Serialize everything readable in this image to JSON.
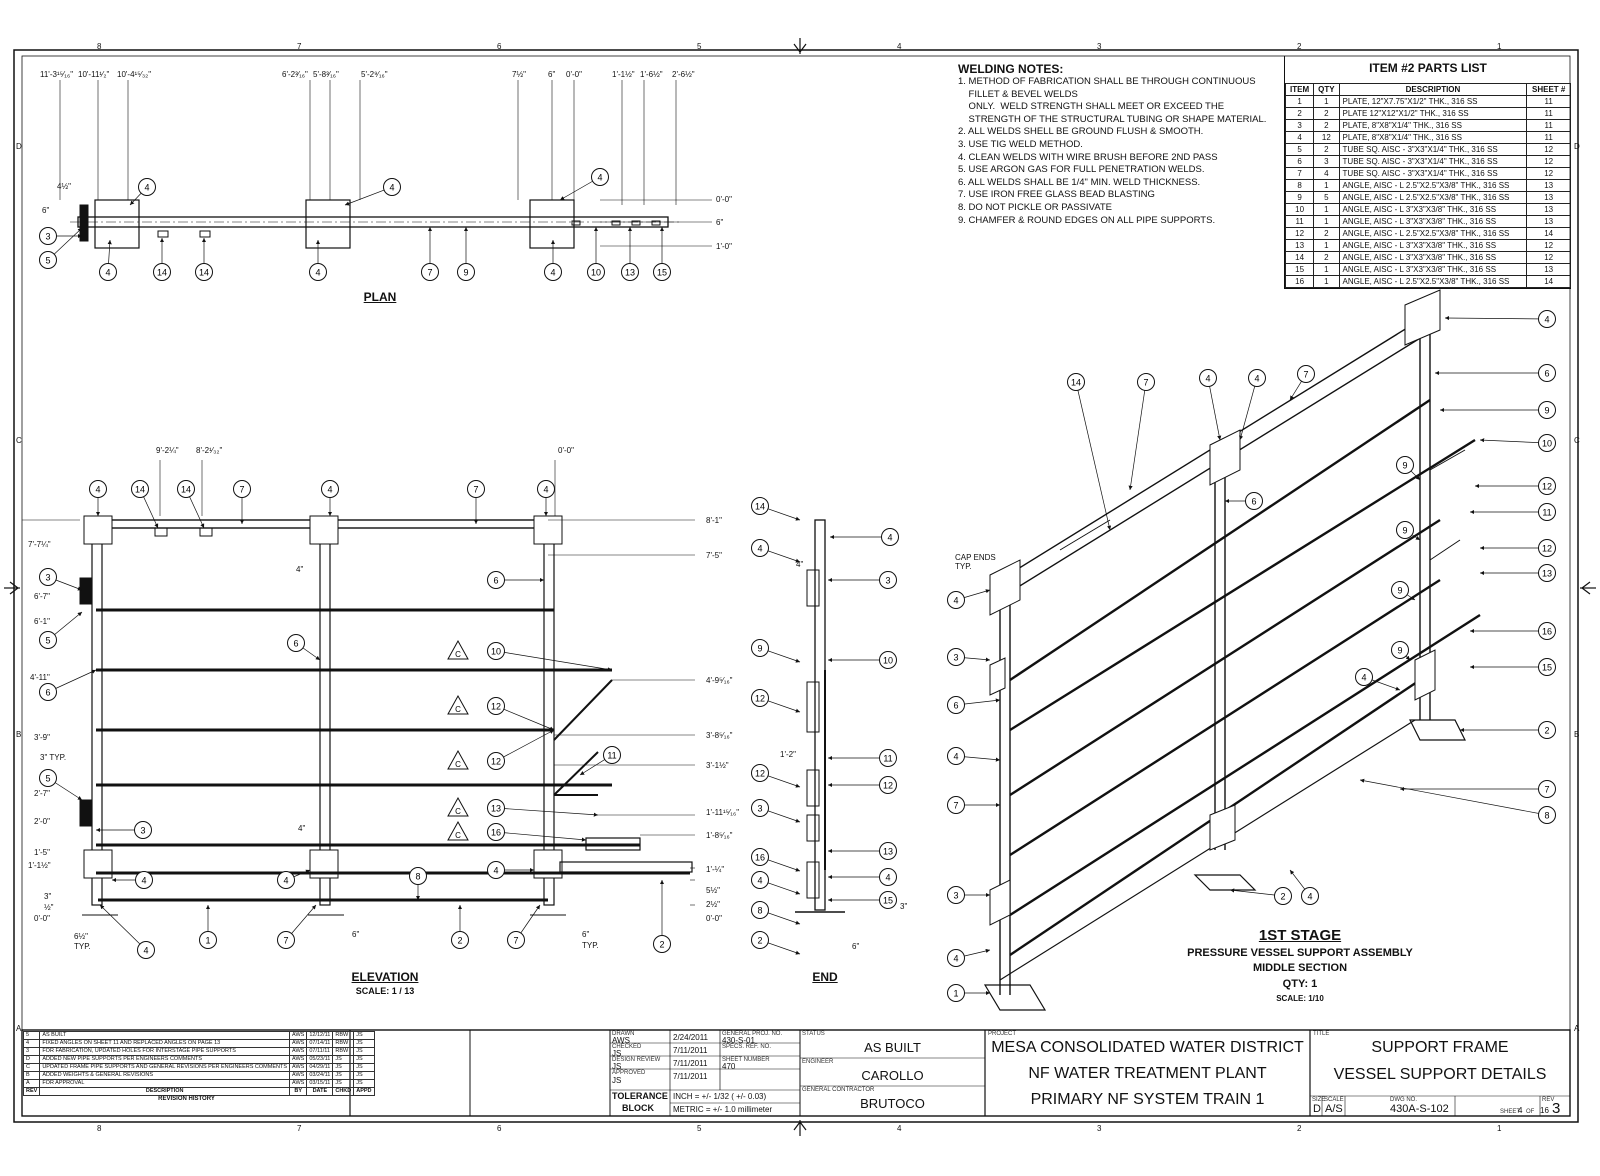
{
  "border": {
    "zones_top": [
      "8",
      "7",
      "6",
      "5",
      "4",
      "3",
      "2",
      "1"
    ],
    "zones_side": [
      "D",
      "C",
      "B",
      "A"
    ]
  },
  "welding_notes": {
    "title": "WELDING NOTES:",
    "items": [
      "1. METHOD OF FABRICATION SHALL BE THROUGH CONTINUOUS",
      "    FILLET & BEVEL WELDS",
      "    ONLY.  WELD STRENGTH SHALL MEET OR EXCEED THE",
      "    STRENGTH OF THE STRUCTURAL TUBING OR SHAPE MATERIAL.",
      "2. ALL WELDS SHELL BE GROUND FLUSH & SMOOTH.",
      "3. USE TIG WELD METHOD.",
      "4. CLEAN WELDS WITH WIRE BRUSH BEFORE 2ND PASS",
      "5. USE ARGON GAS FOR FULL PENETRATION WELDS.",
      "6. ALL WELDS SHALL BE 1/4\" MIN. WELD THICKNESS.",
      "7. USE IRON FREE GLASS BEAD BLASTING",
      "8. DO NOT PICKLE OR PASSIVATE",
      "9. CHAMFER & ROUND EDGES ON ALL PIPE SUPPORTS."
    ]
  },
  "parts_list": {
    "title": "ITEM #2 PARTS LIST",
    "headers": [
      "ITEM",
      "QTY",
      "DESCRIPTION",
      "SHEET #"
    ],
    "rows": [
      [
        "1",
        "1",
        "PLATE, 12\"X7.75\"X1/2\" THK., 316 SS",
        "11"
      ],
      [
        "2",
        "2",
        "PLATE 12\"X12\"X1/2\" THK., 316 SS",
        "11"
      ],
      [
        "3",
        "2",
        "PLATE, 8\"X8\"X1/4\" THK., 316 SS",
        "11"
      ],
      [
        "4",
        "12",
        "PLATE, 8\"X8\"X1/4\" THK., 316 SS",
        "11"
      ],
      [
        "5",
        "2",
        "TUBE SQ. AISC - 3\"X3\"X1/4\" THK., 316 SS",
        "12"
      ],
      [
        "6",
        "3",
        "TUBE SQ. AISC - 3\"X3\"X1/4\" THK., 316 SS",
        "12"
      ],
      [
        "7",
        "4",
        "TUBE SQ. AISC - 3\"X3\"X1/4\" THK., 316 SS",
        "12"
      ],
      [
        "8",
        "1",
        "ANGLE, AISC - L 2.5\"X2.5\"X3/8\" THK., 316 SS",
        "13"
      ],
      [
        "9",
        "5",
        "ANGLE, AISC - L 2.5\"X2.5\"X3/8\" THK., 316 SS",
        "13"
      ],
      [
        "10",
        "1",
        "ANGLE, AISC - L 3\"X3\"X3/8\" THK., 316 SS",
        "13"
      ],
      [
        "11",
        "1",
        "ANGLE, AISC - L 3\"X3\"X3/8\" THK., 316 SS",
        "13"
      ],
      [
        "12",
        "2",
        "ANGLE, AISC - L 2.5\"X2.5\"X3/8\" THK., 316 SS",
        "14"
      ],
      [
        "13",
        "1",
        "ANGLE, AISC - L 3\"X3\"X3/8\" THK., 316 SS",
        "12"
      ],
      [
        "14",
        "2",
        "ANGLE, AISC - L 3\"X3\"X3/8\" THK., 316 SS",
        "12"
      ],
      [
        "15",
        "1",
        "ANGLE, AISC - L 3\"X3\"X3/8\" THK., 316 SS",
        "13"
      ],
      [
        "16",
        "1",
        "ANGLE, AISC - L 2.5\"X2.5\"X3/8\" THK., 316 SS",
        "14"
      ]
    ]
  },
  "plan": {
    "title": "PLAN",
    "top_dims": [
      "11'-3¹⁵⁄₁₆\"",
      "10'-11¹⁄₂\"",
      "10'-4¹⁵⁄₃₂\"",
      "6'-2³⁄₁₆\"",
      "5'-8³⁄₁₆\"",
      "5'-2⁹⁄₁₆\"",
      "7½\"",
      "6\"",
      "0'-0\"",
      "1'-1½\"",
      "1'-6½\"",
      "2'-6½\""
    ],
    "right_dims": [
      "0'-0\"",
      "6\"",
      "1'-0\""
    ],
    "left_dims": [
      "4½\"",
      "6\""
    ],
    "balloons_top": [
      "4",
      "4",
      "4"
    ],
    "balloons_left": [
      "3",
      "5"
    ],
    "balloons_bottom": [
      "4",
      "14",
      "14",
      "4",
      "7",
      "9",
      "4",
      "10",
      "13",
      "15"
    ]
  },
  "elevation": {
    "title": "ELEVATION",
    "scale": "SCALE: 1 / 13",
    "top_dims": [
      "9'-2¼\"",
      "8'-2¹⁄₃₂\"",
      "0'-0\""
    ],
    "left_dims": [
      "7'-7¼\"",
      "6'-7\"",
      "6'-1\"",
      "4'-11\"",
      "3'-9\"",
      "3\" TYP.",
      "2'-7\"",
      "2'-0\"",
      "1'-5\"",
      "1'-1½\"",
      "3\"",
      "½\"",
      "0'-0\""
    ],
    "right_dims": [
      "8'-1\"",
      "7'-5\"",
      "4'-9⁵⁄₁₆\"",
      "3'-8⁵⁄₁₆\"",
      "3'-1½\"",
      "1'-11¹⁵⁄₁₆\"",
      "1'-8⁵⁄₁₆\"",
      "1'-¼\"",
      "5½\"",
      "2½\"",
      "0'-0\""
    ],
    "inner_dims": [
      "4\"",
      "4\""
    ],
    "bottom_dims": [
      "6½\"",
      "TYP.",
      "6\"",
      "6\"",
      "TYP."
    ],
    "balloons": [
      "4",
      "14",
      "14",
      "7",
      "4",
      "7",
      "4",
      "3",
      "5",
      "6",
      "6",
      "6",
      "10",
      "12",
      "12",
      "11",
      "5",
      "3",
      "13",
      "16",
      "4",
      "4",
      "8",
      "4",
      "4",
      "1",
      "7",
      "2",
      "7",
      "2",
      "15"
    ],
    "rev_triangle": "C"
  },
  "end_view": {
    "title": "END",
    "dims": [
      "4\"",
      "1'-2\"",
      "3\"",
      "6\""
    ],
    "balloons_left": [
      "14",
      "4",
      "9",
      "12",
      "12",
      "3",
      "16",
      "4",
      "8",
      "2"
    ],
    "balloons_right": [
      "4",
      "3",
      "10",
      "11",
      "12",
      "13",
      "4",
      "15"
    ]
  },
  "iso_view": {
    "title": "1ST STAGE",
    "subtitle1": "PRESSURE VESSEL SUPPORT ASSEMBLY",
    "subtitle2": "MIDDLE SECTION",
    "qty": "QTY: 1",
    "scale": "SCALE: 1/10",
    "cap_note": "CAP ENDS\nTYP.",
    "balloons_right": [
      "4",
      "6",
      "9",
      "10",
      "12",
      "11",
      "12",
      "13",
      "16",
      "15",
      "2",
      "7",
      "8"
    ],
    "balloons_left": [
      "4",
      "3",
      "6",
      "4",
      "7",
      "3",
      "4",
      "1"
    ],
    "balloons_top": [
      "14",
      "7",
      "4",
      "4",
      "7"
    ],
    "balloons_inner": [
      "6",
      "9",
      "9",
      "9",
      "9",
      "4",
      "2",
      "4"
    ]
  },
  "revisions": {
    "title": "REVISION HISTORY",
    "headers": [
      "REV",
      "DESCRIPTION",
      "BY",
      "DATE",
      "CHKD",
      "APPD"
    ],
    "rows": [
      [
        "5",
        "AS BUILT",
        "AWS",
        "12/12/11",
        "RBW",
        "JS"
      ],
      [
        "4",
        "FIXED ANGLES ON SHEET 11 AND REPLACED ANGLES ON PAGE 13",
        "AWS",
        "07/14/11",
        "RBW",
        "JS"
      ],
      [
        "3",
        "FOR FABRICATION, UPDATED HOLES FOR INTERSTAGE PIPE SUPPORTS",
        "AWS",
        "07/11/11",
        "RBW",
        "JS"
      ],
      [
        "D",
        "ADDED NEW PIPE SUPPORTS PER ENGINEERS COMMENTS",
        "AWS",
        "05/23/11",
        "JS",
        "JS"
      ],
      [
        "C",
        "UPDATED FRAME PIPE SUPPORTS AND GENERAL REVISIONS PER ENGINEERS COMMENTS",
        "AWS",
        "04/29/11",
        "JS",
        "JS"
      ],
      [
        "B",
        "ADDED WEIGHTS & GENERAL REVISIONS",
        "AWS",
        "03/24/11",
        "JS",
        "JS"
      ],
      [
        "A",
        "FOR APPROVAL",
        "AWS",
        "03/15/11",
        "JS",
        "JS"
      ]
    ]
  },
  "title_block": {
    "drawn_label": "DRAWN",
    "drawn_by": "AWS",
    "checked_label": "CHECKED",
    "checked_by": "JS",
    "design_label": "DESIGN REVIEW",
    "design_by": "JS",
    "approved_label": "APPROVED",
    "approved_by": "JS",
    "date1": "2/24/2011",
    "date2": "7/11/2011",
    "date3": "7/11/2011",
    "date4": "7/11/2011",
    "proj_num_label": "GENERAL PROJ. NO.",
    "proj_num": "430-S-01",
    "spec_label": "SPECS. REF. NO.",
    "sheet_num_label": "SHEET NUMBER",
    "sheet_num": "470",
    "tolerance_label1": "TOLERANCE",
    "tolerance_label2": "BLOCK",
    "tolerance_inch": "INCH = +/- 1/32 ( +/- 0.03)",
    "tolerance_metric": "METRIC = +/- 1.0 millimeter",
    "status_label": "STATUS",
    "status": "AS BUILT",
    "engineer_label": "ENGINEER",
    "engineer": "CAROLLO",
    "contractor_label": "GENERAL CONTRACTOR",
    "contractor": "BRUTOCO",
    "project_label": "PROJECT",
    "project_line1": "MESA CONSOLIDATED WATER DISTRICT",
    "project_line2": "NF WATER TREATMENT PLANT",
    "project_line3": "PRIMARY NF SYSTEM TRAIN 1",
    "title_label": "TITLE",
    "title_line1": "SUPPORT FRAME",
    "title_line2": "VESSEL SUPPORT DETAILS",
    "size_label": "SIZE",
    "size": "D",
    "scale_label": "SCALE",
    "scale": "A/S",
    "dwg_label": "DWG NO.",
    "dwg_no": "430A-S-102",
    "sheet_label": "SHEET",
    "sheet": "4",
    "of_label": "OF",
    "sheet_total": "16",
    "rev_label": "REV",
    "rev": "3"
  }
}
